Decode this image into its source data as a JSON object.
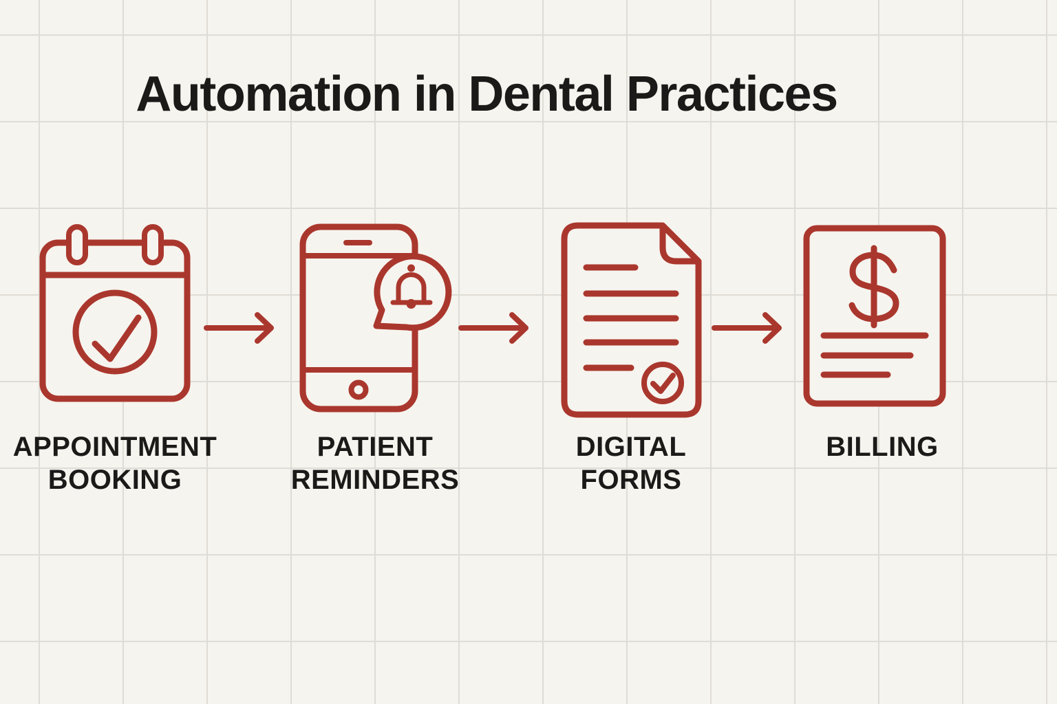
{
  "title": "Automation in Dental Practices",
  "colors": {
    "bg": "#f6f4ef",
    "grid": "#dfdcd6",
    "accent": "#aa372d",
    "text": "#1b1a18"
  },
  "steps": [
    {
      "name": "appointment-booking",
      "label": "APPOINTMENT\nBOOKING",
      "icon": "calendar-check-icon"
    },
    {
      "name": "patient-reminders",
      "label": "PATIENT\nREMINDERS",
      "icon": "smartphone-notification-icon"
    },
    {
      "name": "digital-forms",
      "label": "DIGITAL\nFORMS",
      "icon": "document-check-icon"
    },
    {
      "name": "billing",
      "label": "BILLING",
      "icon": "invoice-dollar-icon"
    }
  ],
  "connectors": [
    {
      "icon": "arrow-right-icon"
    },
    {
      "icon": "arrow-right-icon"
    },
    {
      "icon": "arrow-right-icon"
    }
  ]
}
